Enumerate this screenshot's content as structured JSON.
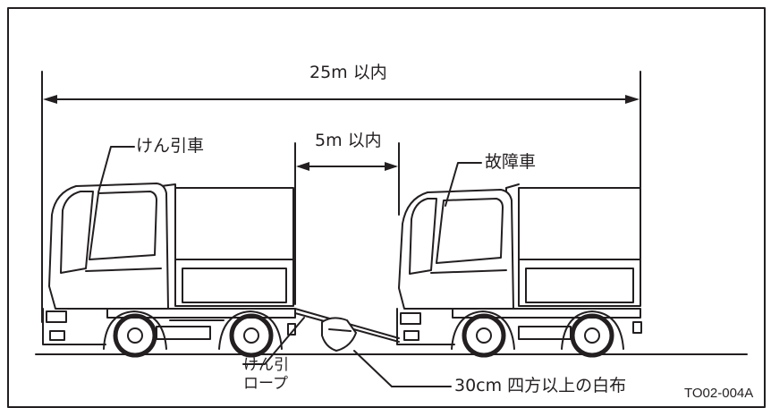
{
  "labels": {
    "total_distance": "25m 以内",
    "gap_distance": "5m 以内",
    "towing_vehicle": "けん引車",
    "disabled_vehicle": "故障車",
    "tow_rope_line1": "けん引",
    "tow_rope_line2": "ロープ",
    "white_cloth": "30cm 四方以上の白布"
  },
  "reference_code": "TO02-004A",
  "colors": {
    "line": "#231f20",
    "fill": "#ffffff",
    "tire": "#231f20"
  }
}
